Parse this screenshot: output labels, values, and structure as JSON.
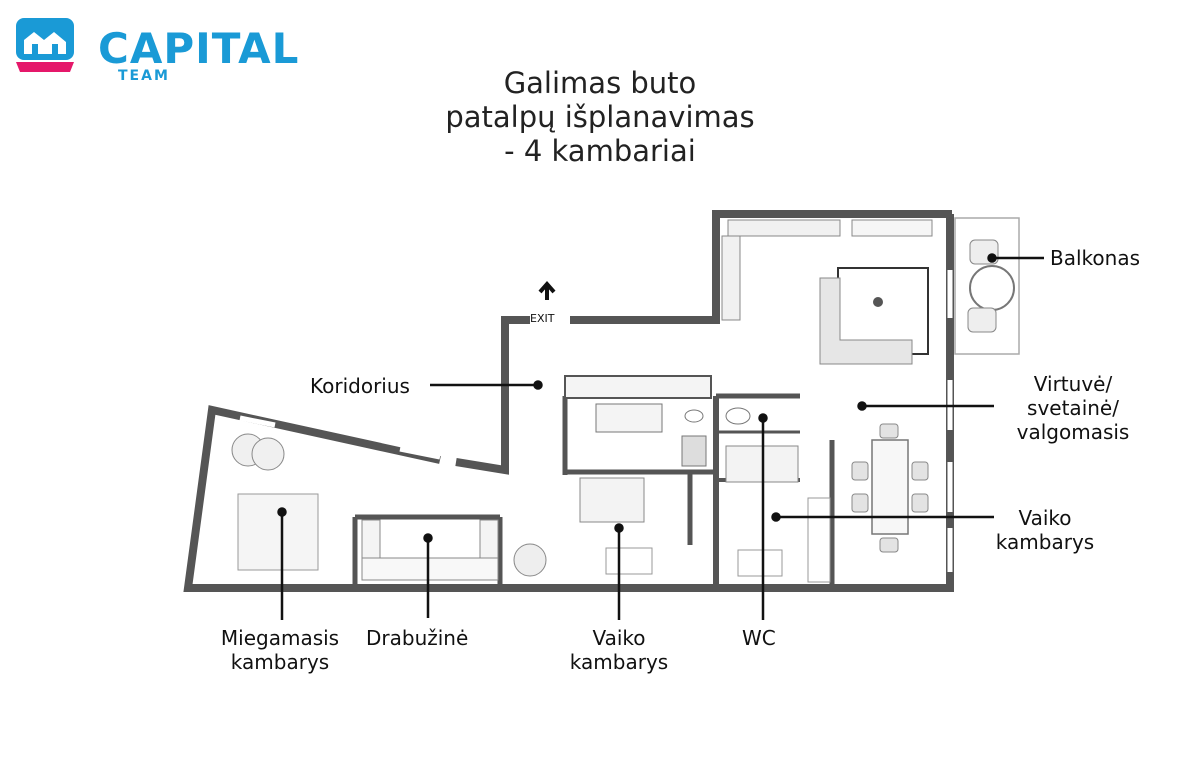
{
  "logo": {
    "brand": "CAPITAL",
    "sub": "TEAM",
    "primary_color": "#1a9ad6",
    "accent_color": "#e5186a"
  },
  "title": {
    "line1": "Galimas buto",
    "line2": "patalpų išplanavimas",
    "line3": "- 4 kambariai"
  },
  "exit_label": "EXIT",
  "rooms": {
    "koridorius": "Koridorius",
    "balkonas": "Balkonas",
    "virtuve_line1": "Virtuvė/",
    "virtuve_line2": "svetainė/",
    "virtuve_line3": "valgomasis",
    "vaiko_right_line1": "Vaiko",
    "vaiko_right_line2": "kambarys",
    "miegamasis_line1": "Miegamasis",
    "miegamasis_line2": "kambarys",
    "drabuzine": "Drabužinė",
    "vaiko_bottom_line1": "Vaiko",
    "vaiko_bottom_line2": "kambarys",
    "wc": "WC"
  },
  "colors": {
    "wall": "#555555",
    "line": "#111111",
    "furniture": "#9a9a9a"
  }
}
